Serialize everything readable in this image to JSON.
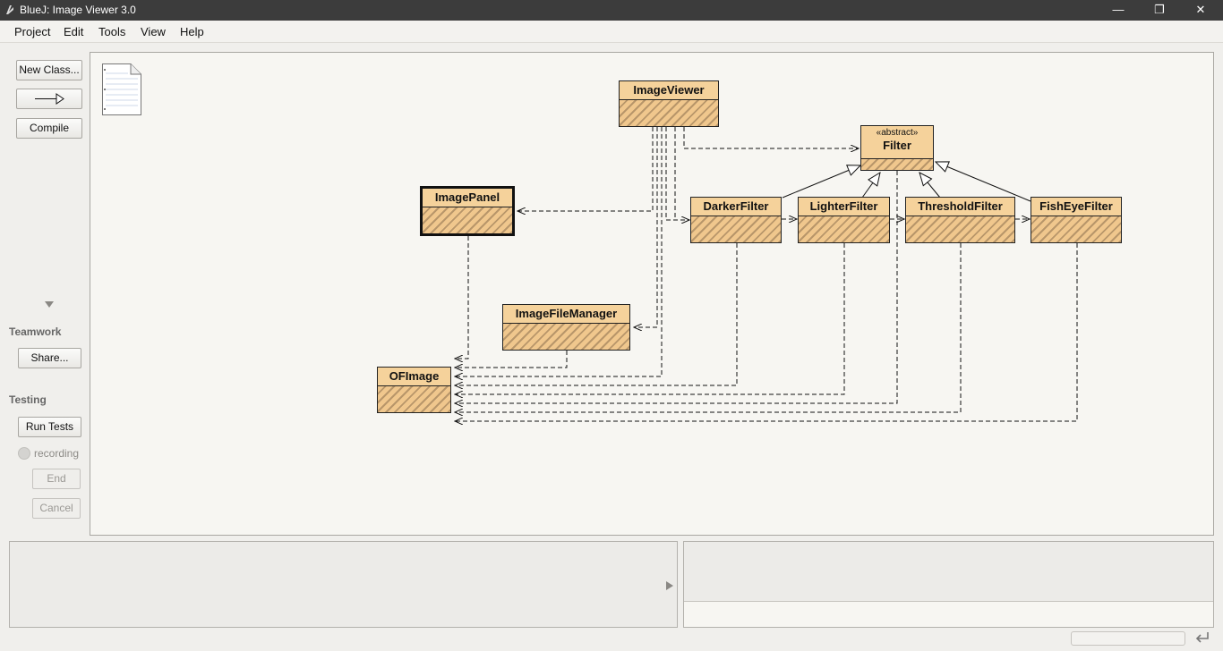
{
  "window": {
    "title": "BlueJ:  Image Viewer 3.0"
  },
  "window_controls": {
    "minimize": "—",
    "maximize": "❐",
    "close": "✕"
  },
  "menu": [
    "Project",
    "Edit",
    "Tools",
    "View",
    "Help"
  ],
  "toolbar": {
    "new_class": "New Class...",
    "compile": "Compile"
  },
  "teamwork": {
    "label": "Teamwork",
    "share": "Share..."
  },
  "testing": {
    "label": "Testing",
    "run_tests": "Run Tests",
    "recording": "recording",
    "end": "End",
    "cancel": "Cancel"
  },
  "classes": [
    {
      "id": "ImageViewer",
      "name": "ImageViewer"
    },
    {
      "id": "Filter",
      "name": "Filter",
      "stereotype": "«abstract»"
    },
    {
      "id": "ImagePanel",
      "name": "ImagePanel",
      "selected": true
    },
    {
      "id": "DarkerFilter",
      "name": "DarkerFilter"
    },
    {
      "id": "LighterFilter",
      "name": "LighterFilter"
    },
    {
      "id": "ThresholdFilter",
      "name": "ThresholdFilter"
    },
    {
      "id": "FishEyeFilter",
      "name": "FishEyeFilter"
    },
    {
      "id": "ImageFileManager",
      "name": "ImageFileManager"
    },
    {
      "id": "OFImage",
      "name": "OFImage"
    }
  ],
  "colors": {
    "class_fill": "#f0c78d",
    "class_header": "#f5d29b",
    "hatch": "#b8966a",
    "canvas": "#f7f6f2",
    "titlebar": "#3c3c3c"
  }
}
